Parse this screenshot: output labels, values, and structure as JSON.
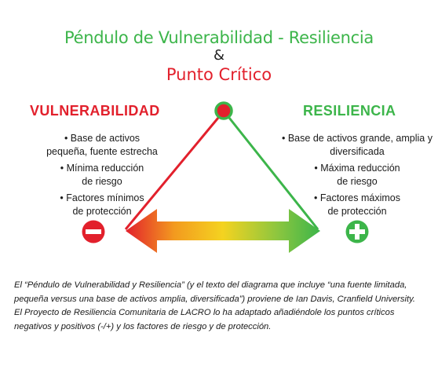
{
  "title": {
    "line1": "Péndulo de Vulnerabilidad - Resiliencia",
    "line2": "&",
    "line3": "Punto Crítico"
  },
  "vulnerability": {
    "title": "VULNERABILIDAD",
    "items": [
      "• Base de activos pequeña, fuente estrecha",
      "• Mínima reducción de riesgo",
      "• Factores mínimos de protección"
    ]
  },
  "resilience": {
    "title": "RESILIENCIA",
    "items": [
      "• Base de activos grande, amplia y diversificada",
      "• Máxima reducción de riesgo",
      "• Factores máximos de protección"
    ]
  },
  "caption": "El “Péndulo de Vulnerabilidad y Resiliencia” (y el texto del diagrama que incluye “una fuente limitada, pequeña versus una base de activos amplia, diversificada”) proviene de Ian Davis, Cranfield University. El Proyecto de Resiliencia Comunitaria de LACRO lo ha adaptado añadiéndole los puntos críticos negativos y positivos (-/+) y los factores de riesgo y de protección.",
  "colors": {
    "green": "#3cb54a",
    "red": "#e2202c",
    "yellow": "#f4d320",
    "orange": "#f39a1f"
  }
}
